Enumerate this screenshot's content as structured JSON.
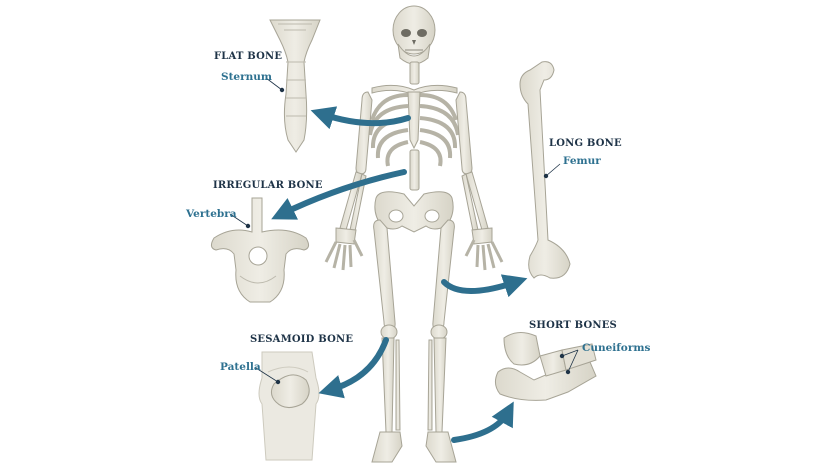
{
  "colors": {
    "bone_fill": "#e9e7dd",
    "bone_shade": "#cfccbf",
    "bone_outline": "#a7a496",
    "arrow": "#2e6f8e",
    "category_text": "#1e3347",
    "bone_text": "#2e7190"
  },
  "categories": {
    "flat": {
      "title": "FLAT BONE",
      "bone": "Sternum"
    },
    "irregular": {
      "title": "IRREGULAR BONE",
      "bone": "Vertebra"
    },
    "sesamoid": {
      "title": "SESAMOID BONE",
      "bone": "Patella"
    },
    "long": {
      "title": "LONG BONE",
      "bone": "Femur"
    },
    "short": {
      "title": "SHORT BONES",
      "bone": "Cuneiforms"
    }
  }
}
